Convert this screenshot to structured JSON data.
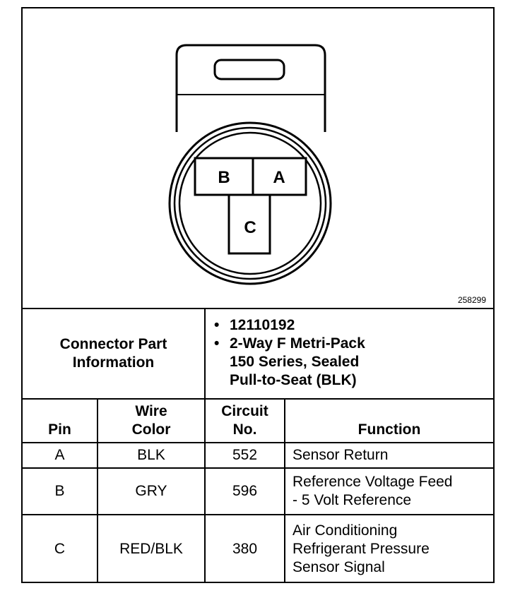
{
  "diagram": {
    "figure_id": "258299",
    "pins": {
      "a": "A",
      "b": "B",
      "c": "C"
    }
  },
  "connector_info": {
    "label": "Connector Part\nInformation",
    "items": [
      "12110192",
      "2-Way F Metri-Pack\n150 Series, Sealed\nPull-to-Seat (BLK)"
    ]
  },
  "table": {
    "headers": {
      "pin": "Pin",
      "wire_color": "Wire\nColor",
      "circuit": "Circuit\nNo.",
      "function": "Function"
    },
    "rows": [
      {
        "pin": "A",
        "wire_color": "BLK",
        "circuit": "552",
        "function": "Sensor Return"
      },
      {
        "pin": "B",
        "wire_color": "GRY",
        "circuit": "596",
        "function": "Reference Voltage Feed\n- 5 Volt Reference"
      },
      {
        "pin": "C",
        "wire_color": "RED/BLK",
        "circuit": "380",
        "function": "Air Conditioning\nRefrigerant Pressure\nSensor Signal"
      }
    ]
  }
}
